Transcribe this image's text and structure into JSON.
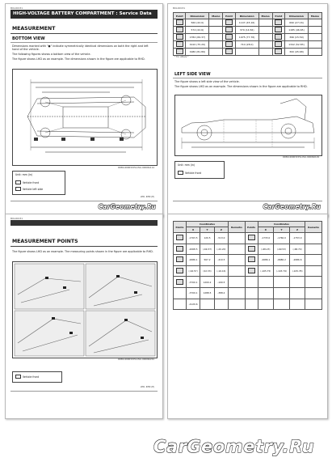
{
  "page1": {
    "page_code": "B0L00031",
    "title": "HIGH-VOLTAGE BATTERY COMPARTMENT : Service Data",
    "section": "MEASUREMENT",
    "subsection": "BOTTOM VIEW",
    "text1": "Dimensions marked with \"●\" indicate symmetrically identical dimensions on both the right and left hand of the vehicle.",
    "text2": "The following figures shows a bottom view of the vehicle.",
    "text3": "The figure shows LHD as an example. The dimensions shown in the figure are applicable to RHD.",
    "figure_code": "RDBU-000031551-ELU-000061114",
    "legend_unit": "Unit: mm (in)",
    "legend_items": [
      "Vehicle front",
      "Vehicle left side"
    ],
    "footer_ref": "LHD, RHD (E)"
  },
  "page2": {
    "page_code": "B0L00031",
    "table_headers": [
      "Point",
      "Dimension",
      "Memo",
      "Point",
      "Dimension",
      "Memo",
      "Point",
      "Dimension",
      "Memo"
    ],
    "table_rows": [
      [
        "",
        "560 (22.0)",
        "",
        "",
        "1147 (45.16)",
        "",
        "",
        "690 (27.16)",
        ""
      ],
      [
        "",
        "574 (22.6)",
        "",
        "",
        "370 (14.56)",
        "",
        "",
        "1185 (46.65)",
        ""
      ],
      [
        "",
        "1782 (69.37)",
        "",
        "",
        "1975 (77.76)",
        "",
        "",
        "396 (15.59)",
        ""
      ],
      [
        "",
        "1910 (75.20)",
        "",
        "",
        "710 (28.0)",
        "",
        "",
        "1342 (52.83)",
        ""
      ],
      [
        "",
        "1980 (81.89)",
        "",
        "",
        "",
        "",
        "",
        "300 (45.68)",
        ""
      ]
    ],
    "footnote": "* For others *",
    "subsection": "LEFT SIDE VIEW",
    "text1": "The figure shows a left side view of the vehicle.",
    "text2": "The figure shows LHD as an example. The dimensions shown in the figure are applicable to RHD.",
    "figure_code": "RDBU-000031551-ELU-000062129",
    "legend_unit": "Unit: mm (in)",
    "legend_items": [
      "Vehicle front"
    ]
  },
  "page3": {
    "page_code": "B0L00031",
    "section": "MEASUREMENT POINTS",
    "text1": "The figure shows LHD as an example. The measuring points shown in the figure are applicable to RHD.",
    "figure_code": "RDBU-000031551-ELU-000062201",
    "legend_items": [
      "Vehicle front"
    ],
    "footer_ref": "LHD, RHD (E)"
  },
  "page4": {
    "header_groups": [
      "Coordinates",
      "Coordinates"
    ],
    "col_headers": [
      "Points",
      "X",
      "Y",
      "Z",
      "Remarks",
      "Points",
      "X",
      "Y",
      "Z",
      "Remarks"
    ],
    "rows": [
      [
        "",
        "-1763.5",
        "120.5",
        "-513.0",
        "",
        "",
        "-1733.0",
        "-1766.0",
        "-1753.0",
        ""
      ],
      [
        "",
        "-2068.5",
        "(-69.37)",
        "(-20.20)",
        "",
        "",
        "(-68.23)",
        "(-69.53)",
        "(-68.70)",
        ""
      ],
      [
        "",
        "-2686.1",
        "567.2",
        "-410.5",
        "",
        "",
        "-2686.1",
        "-6686.2",
        "-2686.6",
        ""
      ],
      [
        "",
        "(-94.57)",
        "(22.33)",
        "(-16.16)",
        "",
        "",
        "(-105.75)",
        "(-103.79)",
        "(-105.78)",
        ""
      ],
      [
        "",
        "-3700.1",
        "1200.2",
        "-190.5",
        "",
        "",
        "",
        "",
        "",
        ""
      ],
      [
        "",
        "-3709.1",
        "1288.5",
        "-388.2",
        "",
        "",
        "",
        "",
        "",
        ""
      ],
      [
        "",
        "-4129.6",
        "",
        "",
        "",
        "",
        "",
        "",
        "",
        ""
      ]
    ]
  },
  "watermark": "CarGeometry.Ru"
}
